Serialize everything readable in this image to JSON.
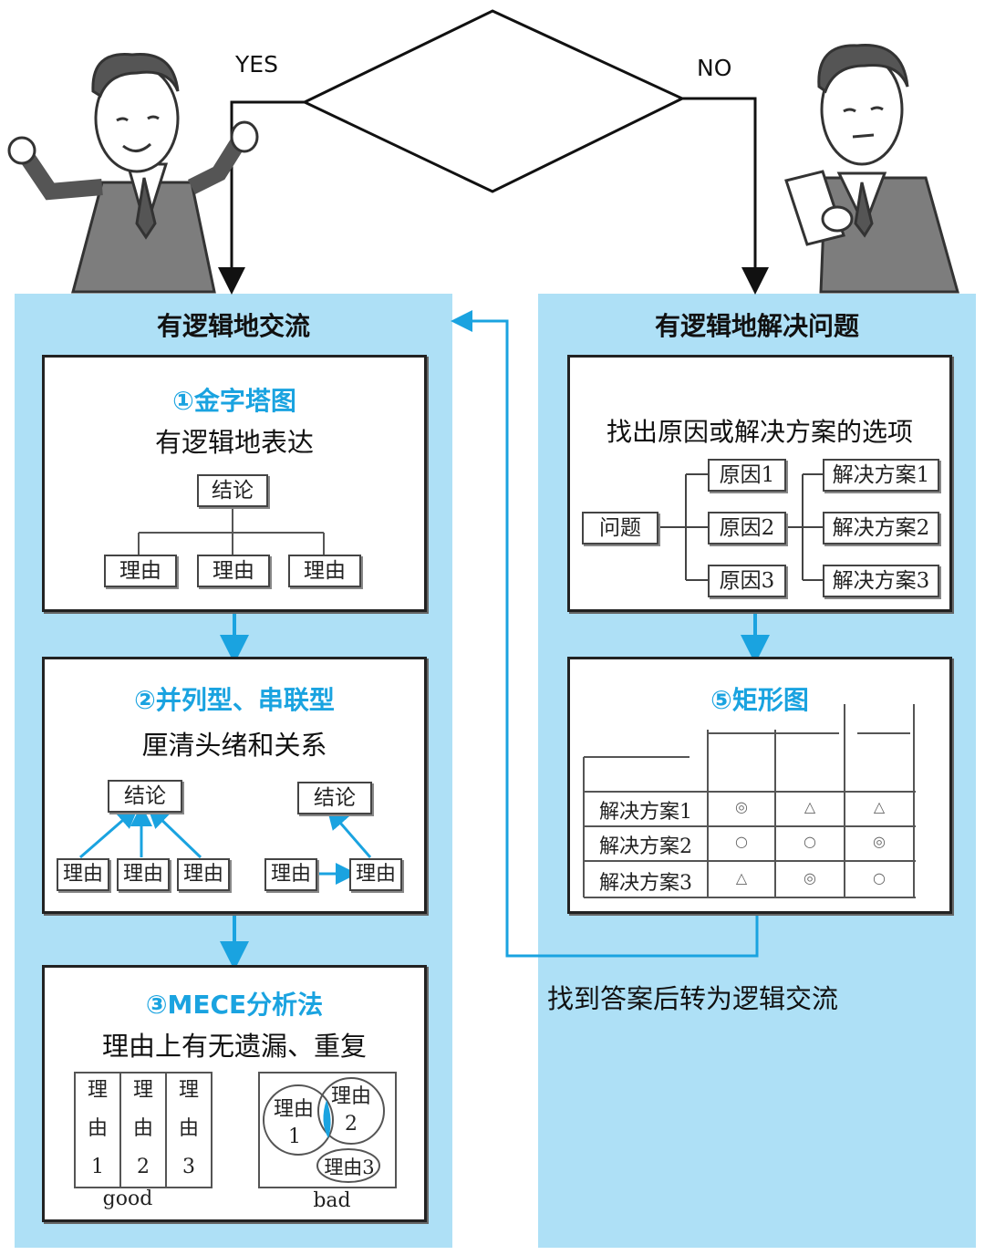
{
  "flow": {
    "yes_label": "YES",
    "no_label": "NO"
  },
  "left_panel": {
    "title": "有逻辑地交流",
    "pyramid": {
      "title": "①金字塔图",
      "subtitle": "有逻辑地表达",
      "conclusion": "结论",
      "reasons": [
        "理由",
        "理由",
        "理由"
      ]
    },
    "parallel_serial": {
      "title": "②并列型、串联型",
      "subtitle": "厘清头绪和关系",
      "parallel": {
        "conclusion": "结论",
        "reasons": [
          "理由",
          "理由",
          "理由"
        ]
      },
      "serial": {
        "conclusion": "结论",
        "reasons": [
          "理由",
          "理由"
        ]
      }
    },
    "mece": {
      "title": "③MECE分析法",
      "subtitle": "理由上有无遗漏、重复",
      "good": {
        "columns": [
          [
            "理",
            "由",
            "1"
          ],
          [
            "理",
            "由",
            "2"
          ],
          [
            "理",
            "由",
            "3"
          ]
        ],
        "caption": "good"
      },
      "bad": {
        "circle1": [
          "理由",
          "1"
        ],
        "circle2": [
          "理由",
          "2"
        ],
        "circle3": "理由3",
        "caption": "bad"
      }
    }
  },
  "right_panel": {
    "title": "有逻辑地解决问题",
    "tree": {
      "subtitle": "找出原因或解决方案的选项",
      "problem": "问题",
      "causes": [
        "原因1",
        "原因2",
        "原因3"
      ],
      "solutions": [
        "解决方案1",
        "解决方案2",
        "解决方案3"
      ]
    },
    "matrix": {
      "title": "⑤矩形图",
      "rows": [
        {
          "label": "解决方案1",
          "marks": [
            "◎",
            "△",
            "△"
          ]
        },
        {
          "label": "解决方案2",
          "marks": [
            "○",
            "○",
            "◎"
          ]
        },
        {
          "label": "解决方案3",
          "marks": [
            "△",
            "◎",
            "○"
          ]
        }
      ]
    },
    "footer": "找到答案后转为逻辑交流"
  },
  "colors": {
    "panel": "#aee0f6",
    "accent": "#1aa3e0",
    "line": "#222222"
  },
  "icons": [
    "person-presenting-icon",
    "person-reading-icon"
  ]
}
